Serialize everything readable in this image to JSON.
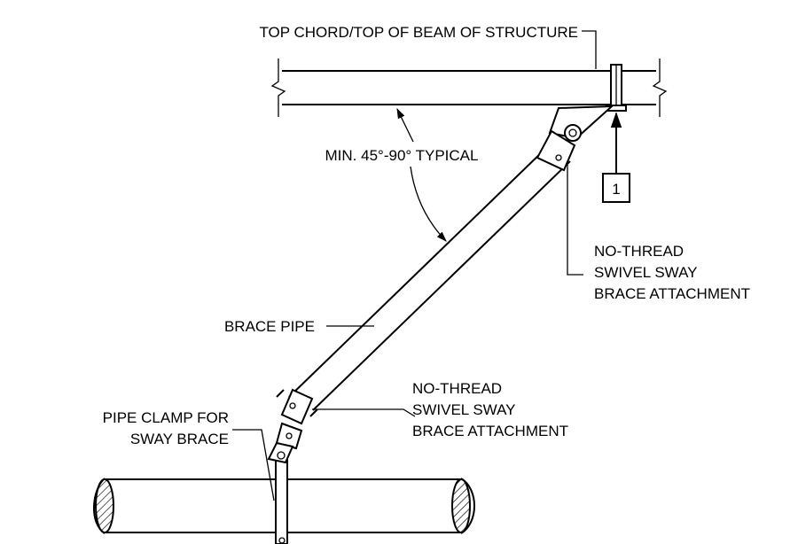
{
  "labels": {
    "top_chord": "TOP CHORD/TOP OF BEAM OF STRUCTURE",
    "angle_note": "MIN. 45°-90° TYPICAL",
    "upper_attachment": [
      "NO-THREAD",
      "SWIVEL SWAY",
      "BRACE ATTACHMENT"
    ],
    "brace_pipe": "BRACE PIPE",
    "lower_attachment": [
      "NO-THREAD",
      "SWIVEL SWAY",
      "BRACE ATTACHMENT"
    ],
    "pipe_clamp": [
      "PIPE CLAMP FOR",
      "SWAY BRACE"
    ],
    "callout_number": "1"
  }
}
